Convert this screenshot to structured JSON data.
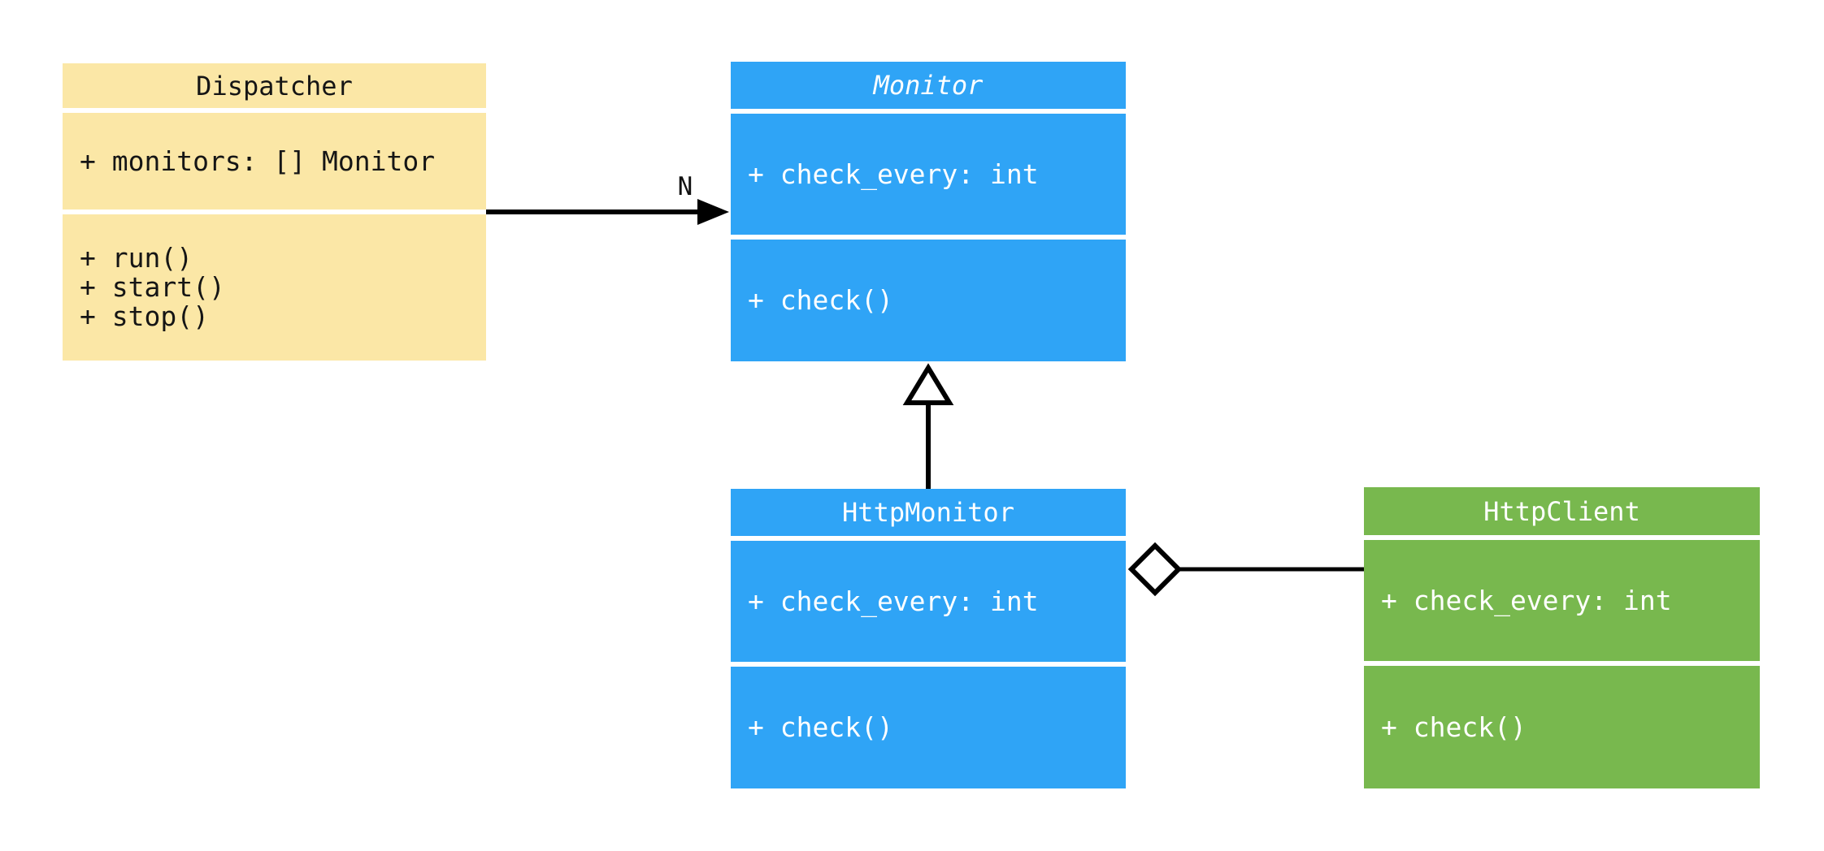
{
  "diagram": {
    "type": "uml-class-diagram",
    "background": "#ffffff",
    "edge_color": "#000000",
    "classes": [
      {
        "name": "Dispatcher",
        "abstract": false,
        "fill": "#FBE7A6",
        "text_color": "#151515",
        "attributes": [
          "+ monitors: [] Monitor"
        ],
        "methods": [
          "+ run()",
          "+ start()",
          "+ stop()"
        ]
      },
      {
        "name": "Monitor",
        "abstract": true,
        "fill": "#2FA4F6",
        "text_color": "#FFFFFF",
        "attributes": [
          "+ check_every: int"
        ],
        "methods": [
          "+ check()"
        ]
      },
      {
        "name": "HttpMonitor",
        "abstract": false,
        "fill": "#2FA4F6",
        "text_color": "#FFFFFF",
        "attributes": [
          "+ check_every: int"
        ],
        "methods": [
          "+ check()"
        ]
      },
      {
        "name": "HttpClient",
        "abstract": false,
        "fill": "#78B84E",
        "text_color": "#FFFFFF",
        "attributes": [
          "+ check_every: int"
        ],
        "methods": [
          "+ check()"
        ]
      }
    ],
    "relationships": [
      {
        "type": "association",
        "from": "Dispatcher",
        "to": "Monitor",
        "label": "N",
        "arrowhead": "filled-arrow"
      },
      {
        "type": "inheritance",
        "from": "HttpMonitor",
        "to": "Monitor",
        "label": "",
        "arrowhead": "hollow-triangle"
      },
      {
        "type": "aggregation",
        "from": "HttpMonitor",
        "to": "HttpClient",
        "label": "",
        "arrowhead": "hollow-diamond"
      }
    ]
  }
}
